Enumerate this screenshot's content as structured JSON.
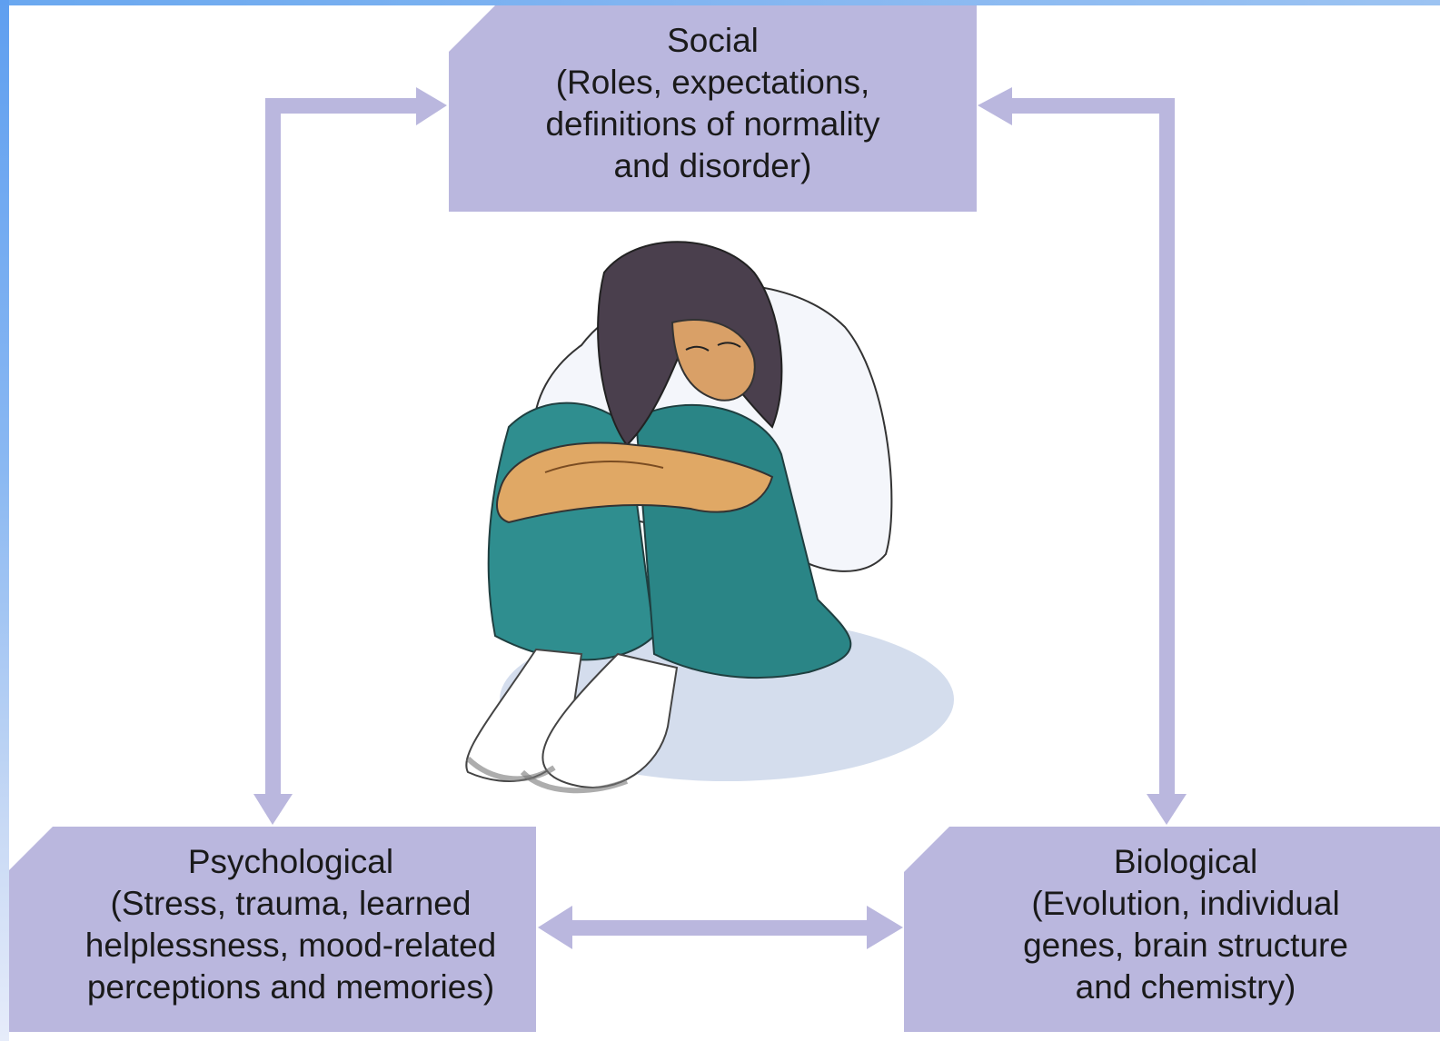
{
  "diagram": {
    "social": {
      "title": "Social",
      "lines": [
        "(Roles, expectations,",
        "definitions of normality",
        "and disorder)"
      ]
    },
    "psychological": {
      "title": "Psychological",
      "lines": [
        "(Stress, trauma, learned",
        "helplessness, mood-related",
        "perceptions and memories)"
      ]
    },
    "biological": {
      "title": "Biological",
      "lines": [
        "(Evolution, individual",
        "genes, brain structure",
        "and chemistry)"
      ]
    }
  },
  "colors": {
    "box_fill": "#bab7de",
    "arrow": "#bab7de",
    "frame_blue": "#6aa8f0"
  }
}
